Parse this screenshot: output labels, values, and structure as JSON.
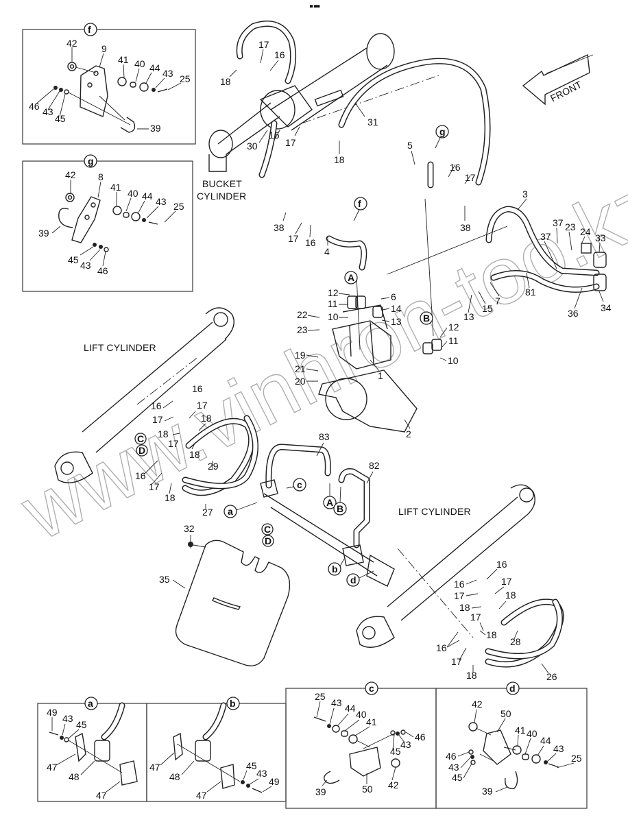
{
  "header": {
    "marker_text": "▄ ▄▄"
  },
  "orientation": {
    "front_label": "FRONT"
  },
  "labels": {
    "bucket_cylinder_line1": "BUCKET",
    "bucket_cylinder_line2": "CYLINDER",
    "lift_cylinder_left": "LIFT CYLINDER",
    "lift_cylinder_right": "LIFT CYLINDER"
  },
  "watermark": "www.vinhron-too.kz",
  "connection_markers": {
    "A": "A",
    "B": "B",
    "C": "C",
    "D": "D"
  },
  "detail_refs": {
    "a": "a",
    "b": "b",
    "c": "c",
    "d": "d",
    "f": "f",
    "g": "g"
  },
  "insets": {
    "f": {
      "title": "f",
      "callouts": [
        "42",
        "9",
        "41",
        "40",
        "44",
        "43",
        "25",
        "46",
        "43",
        "45",
        "39"
      ]
    },
    "g": {
      "title": "g",
      "callouts": [
        "42",
        "8",
        "41",
        "40",
        "44",
        "43",
        "25",
        "39",
        "45",
        "43",
        "46"
      ]
    },
    "a": {
      "title": "a",
      "callouts": [
        "49",
        "43",
        "45",
        "47",
        "48",
        "47"
      ]
    },
    "b": {
      "title": "b",
      "callouts": [
        "47",
        "48",
        "47",
        "45",
        "43",
        "49"
      ]
    },
    "c": {
      "title": "c",
      "callouts": [
        "25",
        "43",
        "44",
        "40",
        "41",
        "46",
        "43",
        "45",
        "39",
        "50",
        "42"
      ]
    },
    "d": {
      "title": "d",
      "callouts": [
        "42",
        "50",
        "41",
        "40",
        "44",
        "43",
        "25",
        "46",
        "43",
        "45",
        "39"
      ]
    }
  },
  "main_callouts": {
    "bucket_area": [
      "17",
      "16",
      "18",
      "31",
      "16",
      "17",
      "18",
      "30",
      "38",
      "17",
      "16",
      "4",
      "5",
      "16",
      "17",
      "38",
      "3"
    ],
    "valve_area": [
      "12",
      "11",
      "10",
      "6",
      "14",
      "13",
      "22",
      "23",
      "19",
      "21",
      "20",
      "1",
      "2",
      "12",
      "11",
      "10",
      "13",
      "15",
      "7",
      "81"
    ],
    "right_pipes": [
      "37",
      "23",
      "24",
      "33",
      "37",
      "36",
      "34"
    ],
    "left_lift": [
      "16",
      "16",
      "17",
      "17",
      "18",
      "18",
      "17",
      "18",
      "16",
      "17",
      "18",
      "29",
      "27"
    ],
    "center_pipes": [
      "83",
      "82",
      "32",
      "35"
    ],
    "right_lift": [
      "16",
      "16",
      "17",
      "17",
      "18",
      "18",
      "17",
      "18",
      "16",
      "17",
      "18",
      "28",
      "26"
    ]
  }
}
